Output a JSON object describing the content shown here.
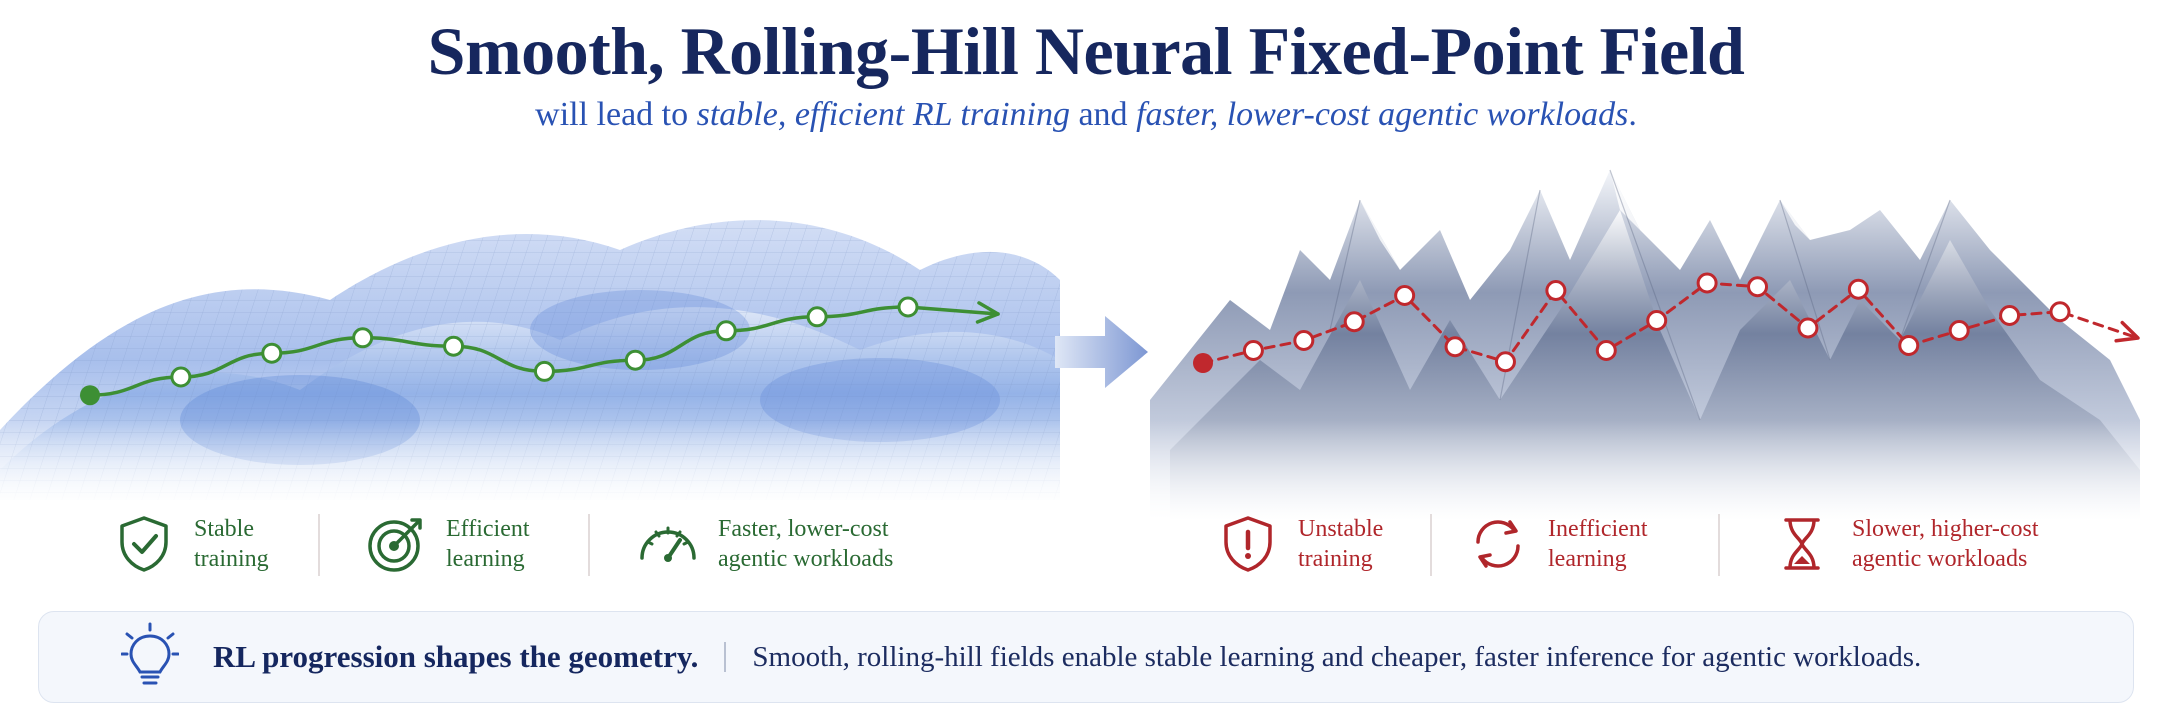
{
  "header": {
    "title": "Smooth, Rolling-Hill Neural Fixed-Point Field",
    "subtitle": {
      "part1": "will lead to ",
      "em1": "stable, efficient RL training",
      "part2": " and ",
      "em2": "faster, lower-cost agentic workloads",
      "part3": "."
    }
  },
  "colors": {
    "title": "#16275e",
    "accent_blue": "#2952b3",
    "smooth_path": "#3d8f34",
    "rough_path": "#c0282d",
    "arrow": "#8fa6d8"
  },
  "smooth_panel": {
    "path_points": [
      [
        0,
        0.32
      ],
      [
        1,
        0.45
      ],
      [
        2,
        0.62
      ],
      [
        3,
        0.73
      ],
      [
        4,
        0.67
      ],
      [
        5,
        0.49
      ],
      [
        6,
        0.57
      ],
      [
        7,
        0.78
      ],
      [
        8,
        0.88
      ],
      [
        9,
        0.95
      ]
    ],
    "features": [
      {
        "icon": "shield-check-icon",
        "line1": "Stable",
        "line2": "training"
      },
      {
        "icon": "target-arrow-icon",
        "line1": "Efficient",
        "line2": "learning"
      },
      {
        "icon": "speedometer-icon",
        "line1": "Faster, lower-cost",
        "line2": "agentic workloads"
      }
    ]
  },
  "rough_panel": {
    "path_points": [
      [
        0,
        0.32
      ],
      [
        1,
        0.42
      ],
      [
        2,
        0.5
      ],
      [
        3,
        0.65
      ],
      [
        4,
        0.86
      ],
      [
        5,
        0.45
      ],
      [
        6,
        0.33
      ],
      [
        7,
        0.9
      ],
      [
        8,
        0.42
      ],
      [
        9,
        0.66
      ],
      [
        10,
        0.96
      ],
      [
        11,
        0.93
      ],
      [
        12,
        0.6
      ],
      [
        13,
        0.91
      ],
      [
        14,
        0.46
      ],
      [
        15,
        0.58
      ],
      [
        16,
        0.7
      ],
      [
        17,
        0.73
      ]
    ],
    "features": [
      {
        "icon": "shield-alert-icon",
        "line1": "Unstable",
        "line2": "training"
      },
      {
        "icon": "cycle-arrows-icon",
        "line1": "Inefficient",
        "line2": "learning"
      },
      {
        "icon": "hourglass-icon",
        "line1": "Slower, higher-cost",
        "line2": "agentic workloads"
      }
    ]
  },
  "banner": {
    "icon": "lightbulb-icon",
    "bold": "RL progression shapes the geometry.",
    "text": "Smooth, rolling-hill fields enable stable learning and cheaper, faster inference for agentic workloads."
  }
}
